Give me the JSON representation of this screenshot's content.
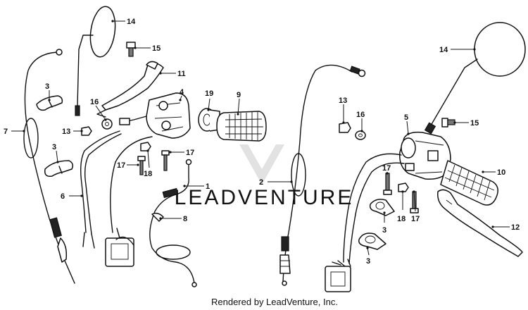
{
  "watermark": {
    "text": "LEADVENTURE",
    "color": "#d7d7d7"
  },
  "credit": "Rendered by LeadVenture, Inc.",
  "labels": [
    {
      "id": "label-14-left",
      "text": "14"
    },
    {
      "id": "label-15-left",
      "text": "15"
    },
    {
      "id": "label-11",
      "text": "11"
    },
    {
      "id": "label-4",
      "text": "4"
    },
    {
      "id": "label-19",
      "text": "19"
    },
    {
      "id": "label-9",
      "text": "9"
    },
    {
      "id": "label-3-top",
      "text": "3"
    },
    {
      "id": "label-3-mid",
      "text": "3"
    },
    {
      "id": "label-7",
      "text": "7"
    },
    {
      "id": "label-16-left",
      "text": "16"
    },
    {
      "id": "label-13-left",
      "text": "13"
    },
    {
      "id": "label-6",
      "text": "6"
    },
    {
      "id": "label-17-a",
      "text": "17"
    },
    {
      "id": "label-17-b",
      "text": "17"
    },
    {
      "id": "label-18-left",
      "text": "18"
    },
    {
      "id": "label-1",
      "text": "1"
    },
    {
      "id": "label-8",
      "text": "8"
    },
    {
      "id": "label-2",
      "text": "2"
    },
    {
      "id": "label-13-right",
      "text": "13"
    },
    {
      "id": "label-16-right",
      "text": "16"
    },
    {
      "id": "label-5",
      "text": "5"
    },
    {
      "id": "label-15-right",
      "text": "15"
    },
    {
      "id": "label-14-right",
      "text": "14"
    },
    {
      "id": "label-10",
      "text": "10"
    },
    {
      "id": "label-17-c",
      "text": "17"
    },
    {
      "id": "label-17-d",
      "text": "17"
    },
    {
      "id": "label-18-right",
      "text": "18"
    },
    {
      "id": "label-3-right-a",
      "text": "3"
    },
    {
      "id": "label-3-right-b",
      "text": "3"
    },
    {
      "id": "label-12",
      "text": "12"
    }
  ]
}
